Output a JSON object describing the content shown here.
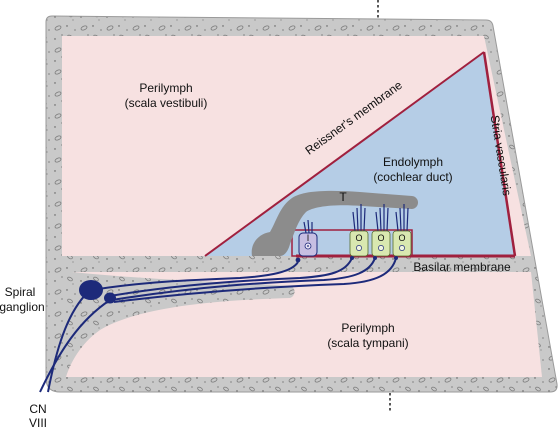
{
  "labels": {
    "perilymph_top": "Perilymph",
    "scala_vestibuli": "(scala vestibuli)",
    "reissners": "Reissner's membrane",
    "stria": "Stria vascularis",
    "endolymph": "Endolymph",
    "cochlear_duct": "(cochlear duct)",
    "tectorial": "T",
    "inner_hair": "I",
    "outer_hair_1": "O",
    "outer_hair_2": "O",
    "outer_hair_3": "O",
    "basilar": "Basilar membrane",
    "spiral": "Spiral",
    "ganglion": "ganglion",
    "perilymph_bottom": "Perilymph",
    "scala_tympani": "(scala tympani)",
    "cn": "CN",
    "viii": "VIII"
  },
  "colors": {
    "perilymph": "#f7e1e1",
    "endolymph": "#b5cde6",
    "bone": "#c9c9c9",
    "membrane": "#a0203e",
    "nerve": "#1d2a7a",
    "tectorial": "#8c8c8c",
    "inner_hair_cell": "#c7bfe2",
    "outer_hair_cell": "#d9e8b0"
  }
}
